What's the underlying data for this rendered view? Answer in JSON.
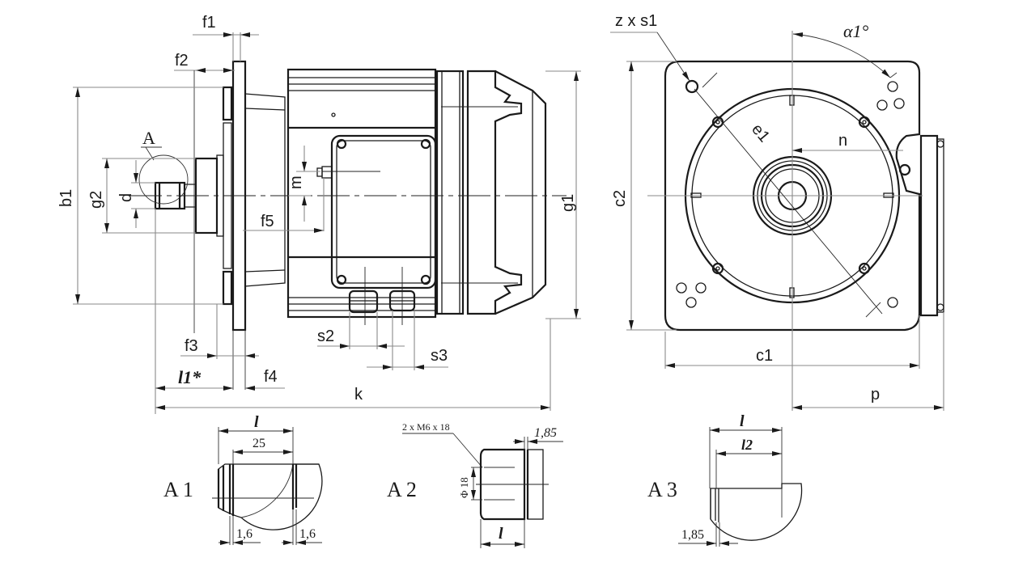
{
  "labels": {
    "f1": "f1",
    "f2": "f2",
    "f3": "f3",
    "f4": "f4",
    "f5": "f5",
    "b1": "b1",
    "g1": "g1",
    "g2": "g2",
    "d": "d",
    "m": "m",
    "s2": "s2",
    "s3": "s3",
    "k": "k",
    "l1": "l1*",
    "detail_ref": "A",
    "z_x_s1": "z x s1",
    "alpha": "α1°",
    "e1": "e1",
    "n": "n",
    "c1": "c1",
    "c2": "c2",
    "p": "p"
  },
  "details": {
    "a1": {
      "title": "A 1",
      "l": "l",
      "dim_25": "25",
      "groove_left": "1,6",
      "groove_right": "1,6"
    },
    "a2": {
      "title": "A 2",
      "thread": "2 x M6 x 18",
      "groove": "1,85",
      "dia": "Φ 18",
      "l": "l"
    },
    "a3": {
      "title": "A 3",
      "l": "l",
      "l2": "l2",
      "groove": "1,85"
    }
  },
  "colors": {
    "line": "#1a1a1a",
    "dimension": "#8a8a8a",
    "background": "#ffffff"
  }
}
